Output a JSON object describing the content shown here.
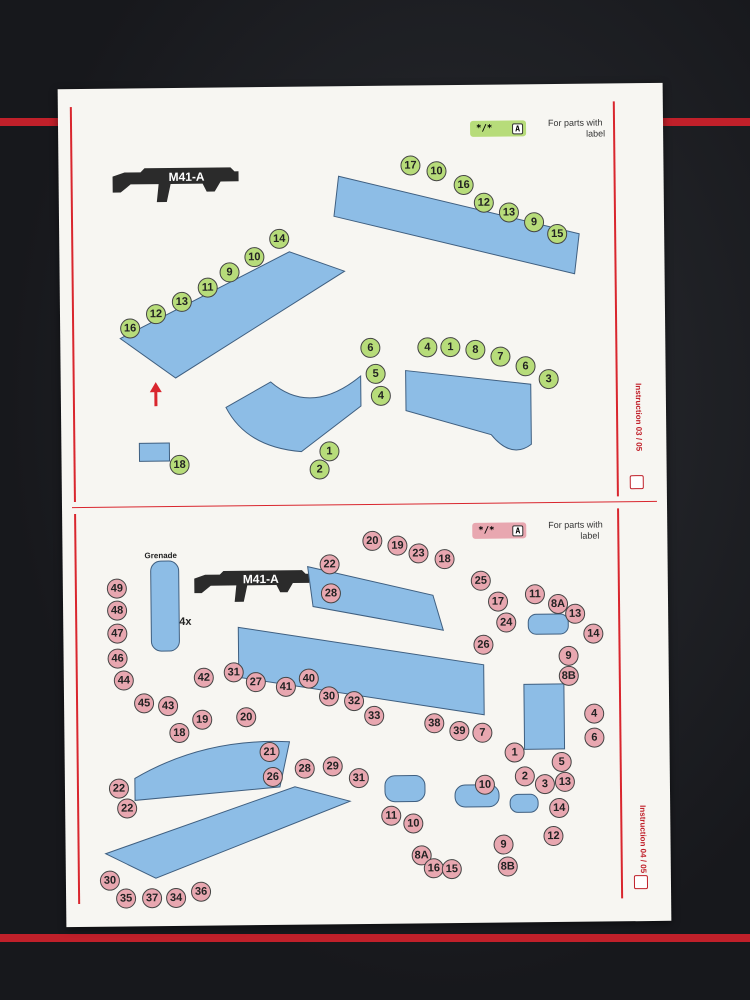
{
  "top": {
    "legend_code": "*/*",
    "legend_box": "A",
    "legend_text_1": "For parts with",
    "legend_text_2": "label",
    "model": "M41-A",
    "page": "Instruction 03 / 05",
    "labels": [
      "17",
      "10",
      "16",
      "12",
      "13",
      "9",
      "15",
      "14",
      "10",
      "9",
      "11",
      "13",
      "12",
      "16",
      "6",
      "5",
      "4",
      "1",
      "2",
      "4",
      "1",
      "8",
      "7",
      "6",
      "3",
      "18"
    ]
  },
  "bottom": {
    "legend_code": "*/*",
    "legend_box": "A",
    "legend_text_1": "For parts with",
    "legend_text_2": "label",
    "model": "M41-A",
    "grenade": "Grenade",
    "multiplier": "4x",
    "page": "Instruction 04 / 05",
    "labels": [
      "20",
      "19",
      "23",
      "18",
      "22",
      "25",
      "17",
      "28",
      "24",
      "26",
      "31",
      "27",
      "40",
      "41",
      "30",
      "32",
      "33",
      "38",
      "39",
      "49",
      "48",
      "47",
      "46",
      "44",
      "42",
      "45",
      "43",
      "11",
      "8A",
      "13",
      "14",
      "9",
      "8B",
      "4",
      "7",
      "6",
      "1",
      "5",
      "2",
      "3",
      "18",
      "19",
      "20",
      "21",
      "22",
      "22",
      "26",
      "28",
      "29",
      "31",
      "30",
      "35",
      "37",
      "34",
      "36",
      "11",
      "10",
      "10",
      "13",
      "14",
      "12",
      "8A",
      "16",
      "15",
      "8B",
      "9"
    ]
  },
  "colors": {
    "green": "#b7dc7a",
    "pink": "#e8a7b0",
    "part_blue": "#7fb2e0",
    "red": "#d9262e"
  }
}
